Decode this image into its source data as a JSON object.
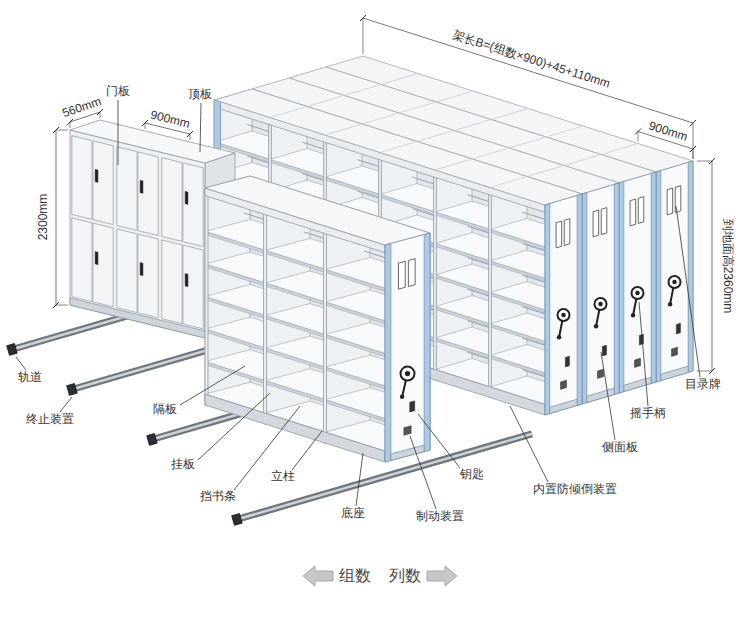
{
  "diagram": {
    "labels": [
      "门板",
      "560mm",
      "900mm",
      "顶板",
      "2300mm",
      "架长B=(组数×900)+45+110mm",
      "900mm",
      "到地面高2360mm",
      "轨道",
      "终止装置",
      "隔板",
      "挂板",
      "挡书条",
      "立柱",
      "底座",
      "制动装置",
      "钥匙",
      "内置防倾倒装置",
      "侧面板",
      "摇手柄",
      "目录牌",
      "组数",
      "列数"
    ]
  }
}
